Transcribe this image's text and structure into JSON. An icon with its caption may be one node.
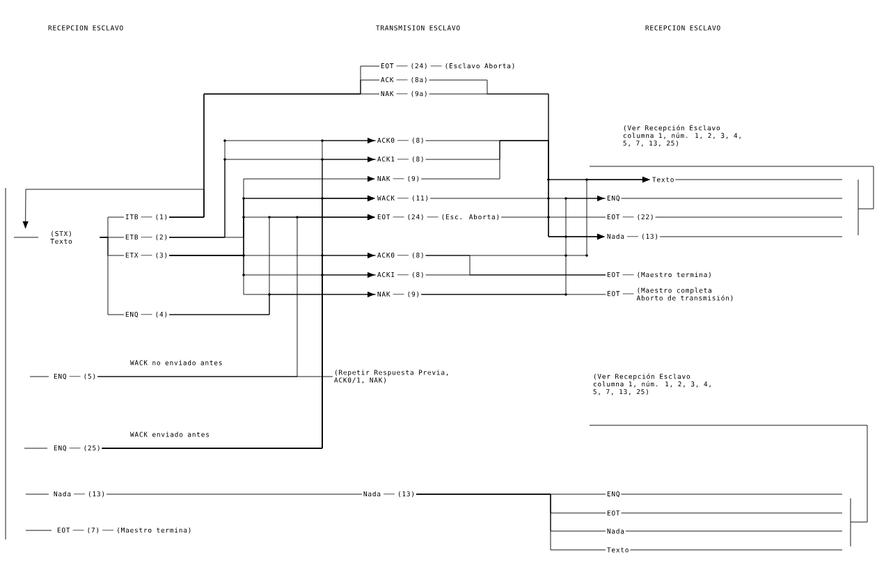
{
  "diagram": {
    "nodes": [
      {
        "text": [
          "EOT",
          "(24)",
          "(Esclavo Aborta)"
        ]
      },
      {
        "text": [
          "ACK",
          "(8a)"
        ]
      },
      {
        "text": [
          "NAK",
          "(9a)"
        ]
      },
      {
        "text": [
          "(STX) Texto"
        ]
      },
      {
        "text": [
          "ITB",
          "(1)"
        ]
      },
      {
        "text": [
          "ETB",
          "(2)"
        ]
      },
      {
        "text": [
          "ETX",
          "(3)"
        ]
      },
      {
        "text": [
          "ENQ",
          "(4)"
        ]
      },
      {
        "text": [
          "ACK0",
          "(8)"
        ]
      },
      {
        "text": [
          "ACK1",
          "(8)"
        ]
      },
      {
        "text": [
          "NAK",
          "(9)"
        ]
      },
      {
        "text": [
          "WACK",
          "(11)"
        ]
      },
      {
        "text": [
          "EOT",
          "(24)",
          "(Esc. Aborta)"
        ]
      },
      {
        "text": [
          "ACK0",
          "(8)"
        ]
      },
      {
        "text": [
          "ACKI",
          "(8)"
        ]
      },
      {
        "text": [
          "NAK",
          "(9)"
        ]
      },
      {
        "text": [
          "Texto"
        ]
      },
      {
        "text": [
          "ENQ"
        ]
      },
      {
        "text": [
          "EOT",
          "(22)"
        ]
      },
      {
        "text": [
          "Nada",
          "(13)"
        ]
      },
      {
        "text": [
          "EOT",
          "(Maestro termina)"
        ]
      },
      {
        "text": [
          "EOT",
          "(Maestro completa Aborto de transmisión)"
        ]
      },
      {
        "text": [
          "ENQ",
          "(5)"
        ]
      },
      {
        "text": [
          "(Repetir Respuesta Previa, ACK0/1, NAK)"
        ]
      },
      {
        "text": [
          "ENQ",
          "(25)"
        ]
      },
      {
        "text": [
          "Nada",
          "(13)"
        ]
      },
      {
        "text": [
          "Nada",
          "(13)"
        ]
      },
      {
        "text": [
          "EOT",
          "(7)",
          "(Maestro termina)"
        ]
      },
      {
        "text": [
          "ENQ"
        ]
      },
      {
        "text": [
          "EOT"
        ]
      },
      {
        "text": [
          "Nada"
        ]
      },
      {
        "text": [
          "Texto"
        ]
      }
    ],
    "edges": [
      {
        "from": 3,
        "to": 4,
        "arrow": "none"
      },
      {
        "from": 3,
        "to": 5,
        "arrow": "none"
      },
      {
        "from": 3,
        "to": 6,
        "arrow": "none"
      },
      {
        "from": 3,
        "to": 7,
        "arrow": "none"
      },
      {
        "from": 4,
        "to": 3,
        "arrow": "to"
      },
      {
        "from": 4,
        "to": 0,
        "arrow": "none"
      },
      {
        "from": 4,
        "to": 1,
        "arrow": "none"
      },
      {
        "from": 4,
        "to": 2,
        "arrow": "none"
      },
      {
        "from": 1,
        "to": 16,
        "arrow": "to"
      },
      {
        "from": 2,
        "to": 16,
        "arrow": "to"
      },
      {
        "from": 8,
        "to": 19,
        "arrow": "to"
      },
      {
        "from": 9,
        "to": 19,
        "arrow": "to"
      },
      {
        "from": 10,
        "to": 19,
        "arrow": "to"
      },
      {
        "from": 11,
        "to": 17,
        "arrow": "none"
      },
      {
        "from": 12,
        "to": 18,
        "arrow": "none"
      },
      {
        "from": 13,
        "to": 16,
        "arrow": "to"
      },
      {
        "from": 13,
        "to": 20,
        "arrow": "none"
      },
      {
        "from": 14,
        "to": 20,
        "arrow": "none"
      },
      {
        "from": 15,
        "to": 21,
        "arrow": "none"
      },
      {
        "from": 15,
        "to": 17,
        "arrow": "to"
      },
      {
        "from": 5,
        "to": 8,
        "arrow": "none"
      },
      {
        "from": 5,
        "to": 9,
        "arrow": "none"
      },
      {
        "from": 6,
        "to": 10,
        "arrow": "to"
      },
      {
        "from": 6,
        "to": 11,
        "arrow": "to"
      },
      {
        "from": 6,
        "to": 12,
        "arrow": "to"
      },
      {
        "from": 6,
        "to": 13,
        "arrow": "none"
      },
      {
        "from": 6,
        "to": 14,
        "arrow": "none"
      },
      {
        "from": 6,
        "to": 15,
        "arrow": "none"
      },
      {
        "from": 5,
        "to": 11,
        "arrow": "to"
      },
      {
        "from": 7,
        "to": 12,
        "arrow": "to"
      },
      {
        "from": 7,
        "to": 15,
        "arrow": "to"
      },
      {
        "from": 22,
        "to": 12,
        "arrow": "to"
      },
      {
        "from": 22,
        "to": 23,
        "arrow": "none",
        "label": "WACK no enviado antes"
      },
      {
        "from": 24,
        "to": 11,
        "arrow": "to",
        "label": "WACK enviado antes"
      },
      {
        "from": 24,
        "to": 8,
        "arrow": "to"
      },
      {
        "from": 24,
        "to": 9,
        "arrow": "to"
      },
      {
        "from": 24,
        "to": 13,
        "arrow": "to"
      },
      {
        "from": 24,
        "to": 14,
        "arrow": "to"
      },
      {
        "from": 25,
        "to": 26,
        "arrow": "none"
      },
      {
        "from": 26,
        "to": 28,
        "arrow": "none"
      },
      {
        "from": 26,
        "to": 29,
        "arrow": "none"
      },
      {
        "from": 26,
        "to": 30,
        "arrow": "none"
      },
      {
        "from": 26,
        "to": 31,
        "arrow": "none"
      }
    ],
    "labels": [
      "RECEPCION ESCLAVO",
      "TRANSMISION ESCLAVO",
      "RECEPCION ESCLAVO",
      "(Ver Recepción Esclavo columna 1, núm. 1, 2, 3, 4, 5, 7, 13, 25)",
      "(Ver Recepción Esclavo columna 1, núm. 1, 2, 3, 4, 5, 7, 13, 25)"
    ]
  }
}
